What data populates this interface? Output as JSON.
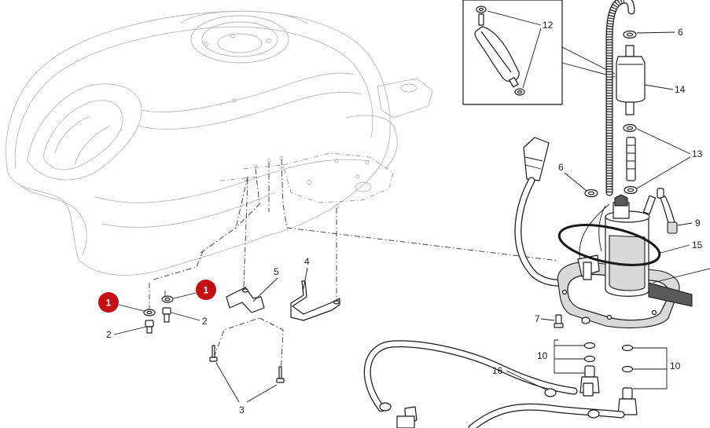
{
  "callouts": {
    "c1a": "1",
    "c1b": "1",
    "c2a": "2",
    "c2b": "2",
    "c3": "3",
    "c4": "4",
    "c5": "5",
    "c6a": "6",
    "c6b": "6",
    "c7": "7",
    "c9": "9",
    "c10a": "10",
    "c10b": "10",
    "c12": "12",
    "c13": "13",
    "c14": "14",
    "c15": "15",
    "c16": "16"
  },
  "colors": {
    "badge": "#c40e14",
    "line": "#1a1a1a",
    "ghost": "#b9b9b9"
  }
}
